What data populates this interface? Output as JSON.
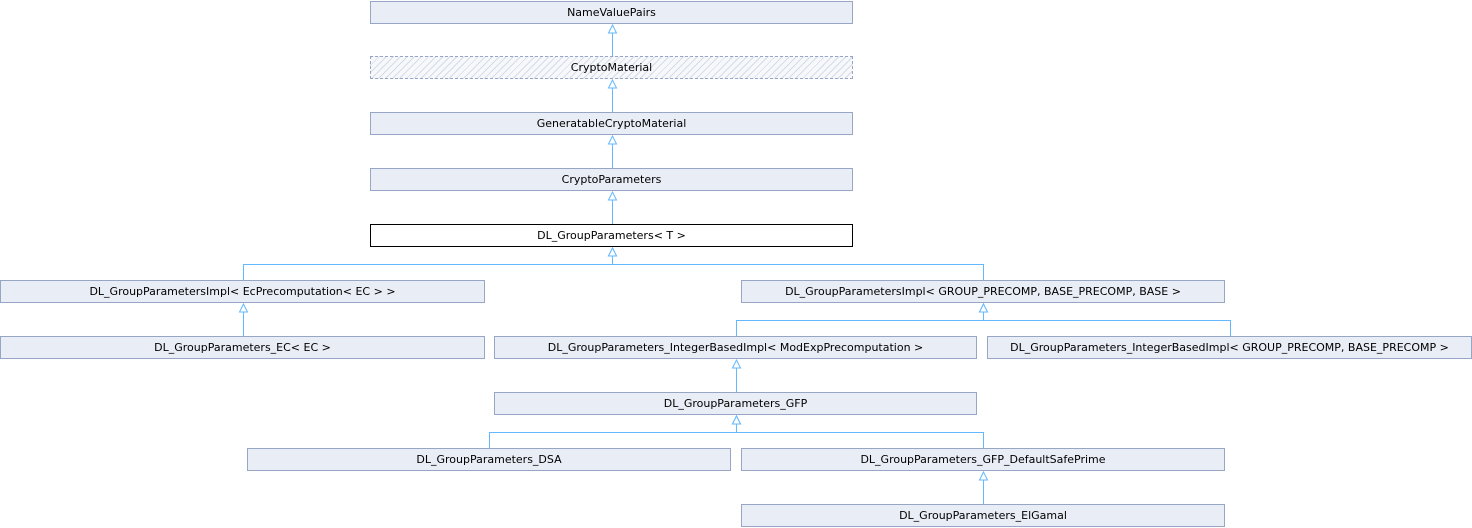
{
  "diagram": {
    "nodes": [
      {
        "id": "nvp",
        "label": "NameValuePairs",
        "kind": "normal"
      },
      {
        "id": "cm",
        "label": "CryptoMaterial",
        "kind": "abstract"
      },
      {
        "id": "gcm",
        "label": "GeneratableCryptoMaterial",
        "kind": "normal"
      },
      {
        "id": "cp",
        "label": "CryptoParameters",
        "kind": "normal"
      },
      {
        "id": "dlgp",
        "label": "DL_GroupParameters< T >",
        "kind": "current"
      },
      {
        "id": "implec",
        "label": "DL_GroupParametersImpl< EcPrecomputation< EC > >",
        "kind": "normal"
      },
      {
        "id": "implgen",
        "label": "DL_GroupParametersImpl< GROUP_PRECOMP, BASE_PRECOMP, BASE >",
        "kind": "normal"
      },
      {
        "id": "ec",
        "label": "DL_GroupParameters_EC< EC >",
        "kind": "normal"
      },
      {
        "id": "ibmod",
        "label": "DL_GroupParameters_IntegerBasedImpl< ModExpPrecomputation >",
        "kind": "normal"
      },
      {
        "id": "ibgen",
        "label": "DL_GroupParameters_IntegerBasedImpl< GROUP_PRECOMP, BASE_PRECOMP >",
        "kind": "normal"
      },
      {
        "id": "gfp",
        "label": "DL_GroupParameters_GFP",
        "kind": "normal"
      },
      {
        "id": "dsa",
        "label": "DL_GroupParameters_DSA",
        "kind": "normal"
      },
      {
        "id": "gfpdsp",
        "label": "DL_GroupParameters_GFP_DefaultSafePrime",
        "kind": "normal"
      },
      {
        "id": "elg",
        "label": "DL_GroupParameters_ElGamal",
        "kind": "normal"
      }
    ],
    "edges": [
      {
        "from": "cm",
        "to": "nvp"
      },
      {
        "from": "gcm",
        "to": "cm"
      },
      {
        "from": "cp",
        "to": "gcm"
      },
      {
        "from": "dlgp",
        "to": "cp"
      },
      {
        "from": "implec",
        "to": "dlgp"
      },
      {
        "from": "implgen",
        "to": "dlgp"
      },
      {
        "from": "ec",
        "to": "implec"
      },
      {
        "from": "ibmod",
        "to": "implgen"
      },
      {
        "from": "ibgen",
        "to": "implgen"
      },
      {
        "from": "gfp",
        "to": "ibmod"
      },
      {
        "from": "dsa",
        "to": "gfp"
      },
      {
        "from": "gfpdsp",
        "to": "gfp"
      },
      {
        "from": "elg",
        "to": "gfpdsp"
      }
    ],
    "colors": {
      "edge": "#63b8ff",
      "node_fill": "#e9edf6",
      "node_border": "#98a6c5",
      "current_border": "#000000"
    }
  }
}
